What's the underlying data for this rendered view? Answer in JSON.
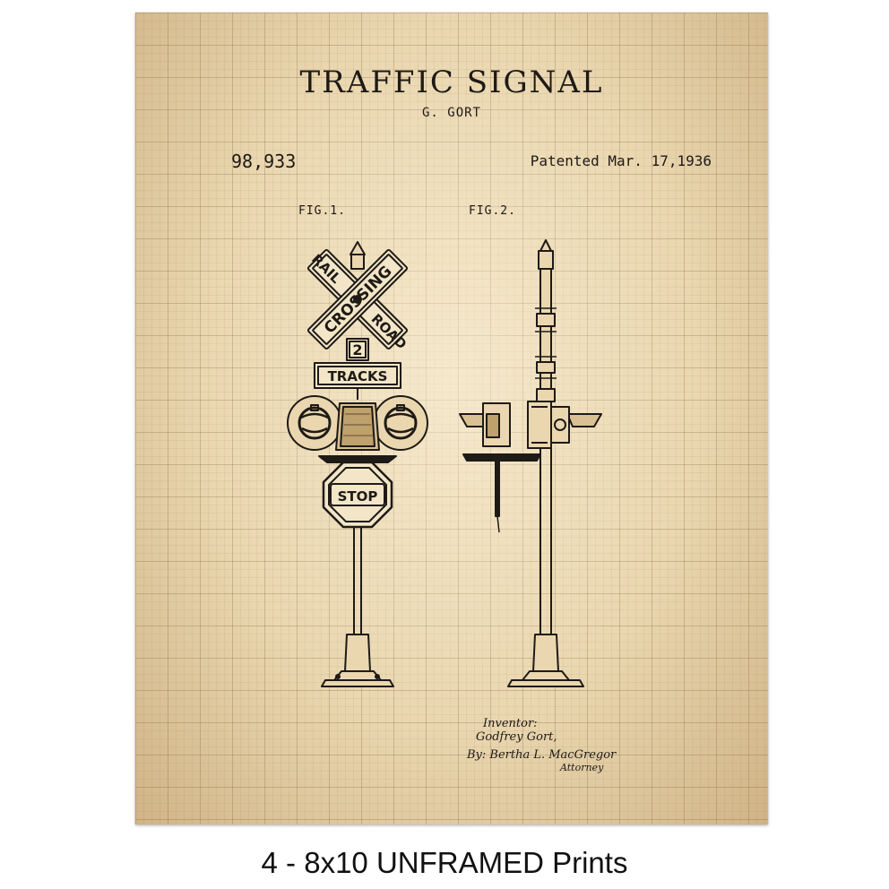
{
  "patent": {
    "title": "TRAFFIC SIGNAL",
    "inventor_name": "G. GORT",
    "patent_number": "98,933",
    "patent_date": "Patented Mar. 17,1936",
    "fig1_label": "FIG.1.",
    "fig2_label": "FIG.2.",
    "sign_rail": "RAIL",
    "sign_crossing": "CROSSING",
    "sign_road": "ROAD",
    "sign_number": "2",
    "sign_tracks": "TRACKS",
    "sign_stop": "STOP",
    "signature_inventor_label": "Inventor:",
    "signature_inventor_name": "Godfrey Gort,",
    "signature_by": "By: Bertha L. MacGregor",
    "signature_attorney": "Attorney"
  },
  "caption": "4 - 8x10 UNFRAMED Prints",
  "colors": {
    "paper": "#ead7b0",
    "ink": "#1e1a16",
    "grid": "#785a32"
  }
}
